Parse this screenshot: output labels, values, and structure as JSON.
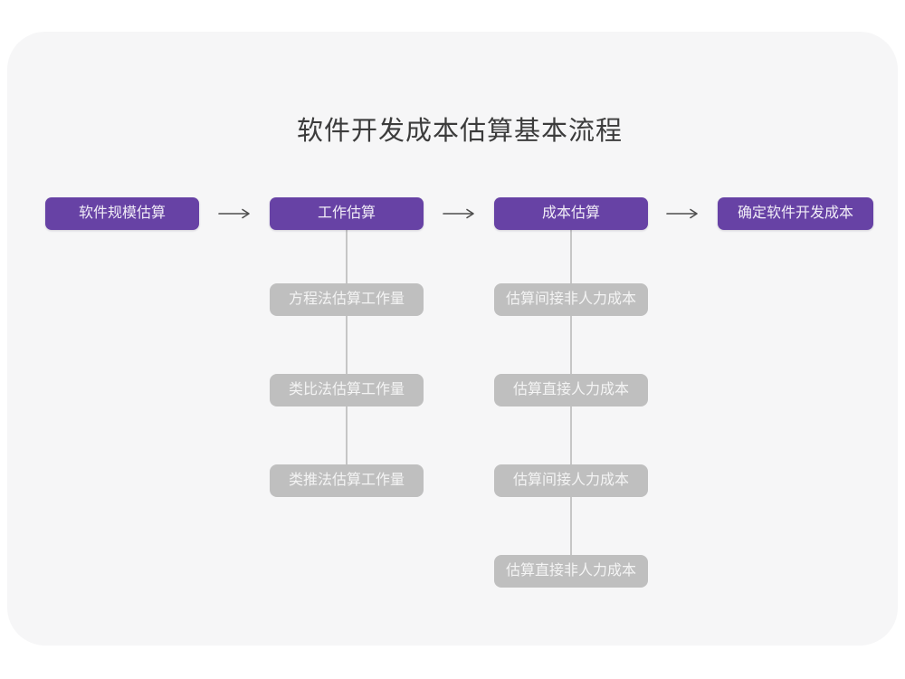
{
  "title": "软件开发成本估算基本流程",
  "flow": {
    "stages": [
      {
        "label": "软件规模估算",
        "substeps": []
      },
      {
        "label": "工作估算",
        "substeps": [
          "方程法估算工作量",
          "类比法估算工作量",
          "类推法估算工作量"
        ]
      },
      {
        "label": "成本估算",
        "substeps": [
          "估算间接非人力成本",
          "估算直接人力成本",
          "估算间接人力成本",
          "估算直接非人力成本"
        ]
      },
      {
        "label": "确定软件开发成本",
        "substeps": []
      }
    ]
  },
  "icons": {
    "arrow": "right-arrow"
  },
  "colors": {
    "page_bg": "#ffffff",
    "card_bg": "#f6f6f7",
    "stage_fill": "#6742a5",
    "stage_text": "#f1edf7",
    "substep_fill": "#bfbfbf",
    "substep_text": "#f4f4f4",
    "connector": "#c6c6c6",
    "arrow": "#4d4d4d",
    "title_text": "#3c3c3c"
  }
}
